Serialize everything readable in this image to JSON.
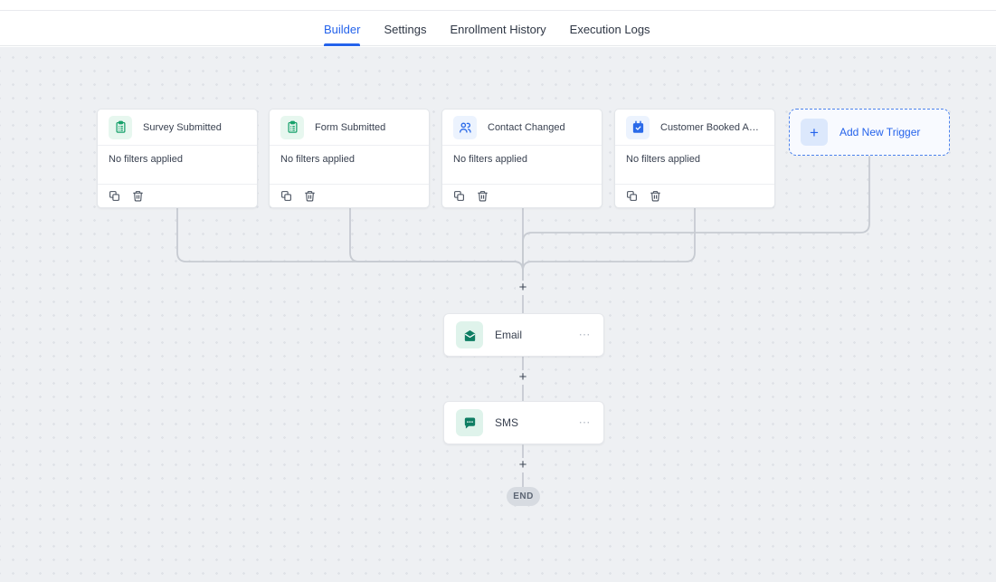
{
  "header": {
    "tabs": [
      {
        "label": "Builder",
        "active": true
      },
      {
        "label": "Settings",
        "active": false
      },
      {
        "label": "Enrollment History",
        "active": false
      },
      {
        "label": "Execution Logs",
        "active": false
      }
    ]
  },
  "triggers": [
    {
      "title": "Survey Submitted",
      "filters": "No filters applied",
      "icon": "clipboard-icon"
    },
    {
      "title": "Form Submitted",
      "filters": "No filters applied",
      "icon": "clipboard-icon"
    },
    {
      "title": "Contact Changed",
      "filters": "No filters applied",
      "icon": "users-icon"
    },
    {
      "title": "Customer Booked Appointme...",
      "filters": "No filters applied",
      "icon": "calendar-check-icon"
    }
  ],
  "add_new_trigger": {
    "label": "Add New Trigger"
  },
  "actions": [
    {
      "title": "Email",
      "icon": "email-icon"
    },
    {
      "title": "SMS",
      "icon": "sms-icon"
    }
  ],
  "end_badge": {
    "label": "END"
  },
  "icons": {
    "plus": "+",
    "ellipsis": "⋯"
  },
  "colors": {
    "accent_blue": "#2563eb",
    "icon_green": "#17a16b",
    "icon_dark_green": "#0e7e63",
    "icon_blue": "#2a6ae9",
    "connector_gray": "#c7cbd2",
    "canvas_bg": "#eef0f3"
  }
}
